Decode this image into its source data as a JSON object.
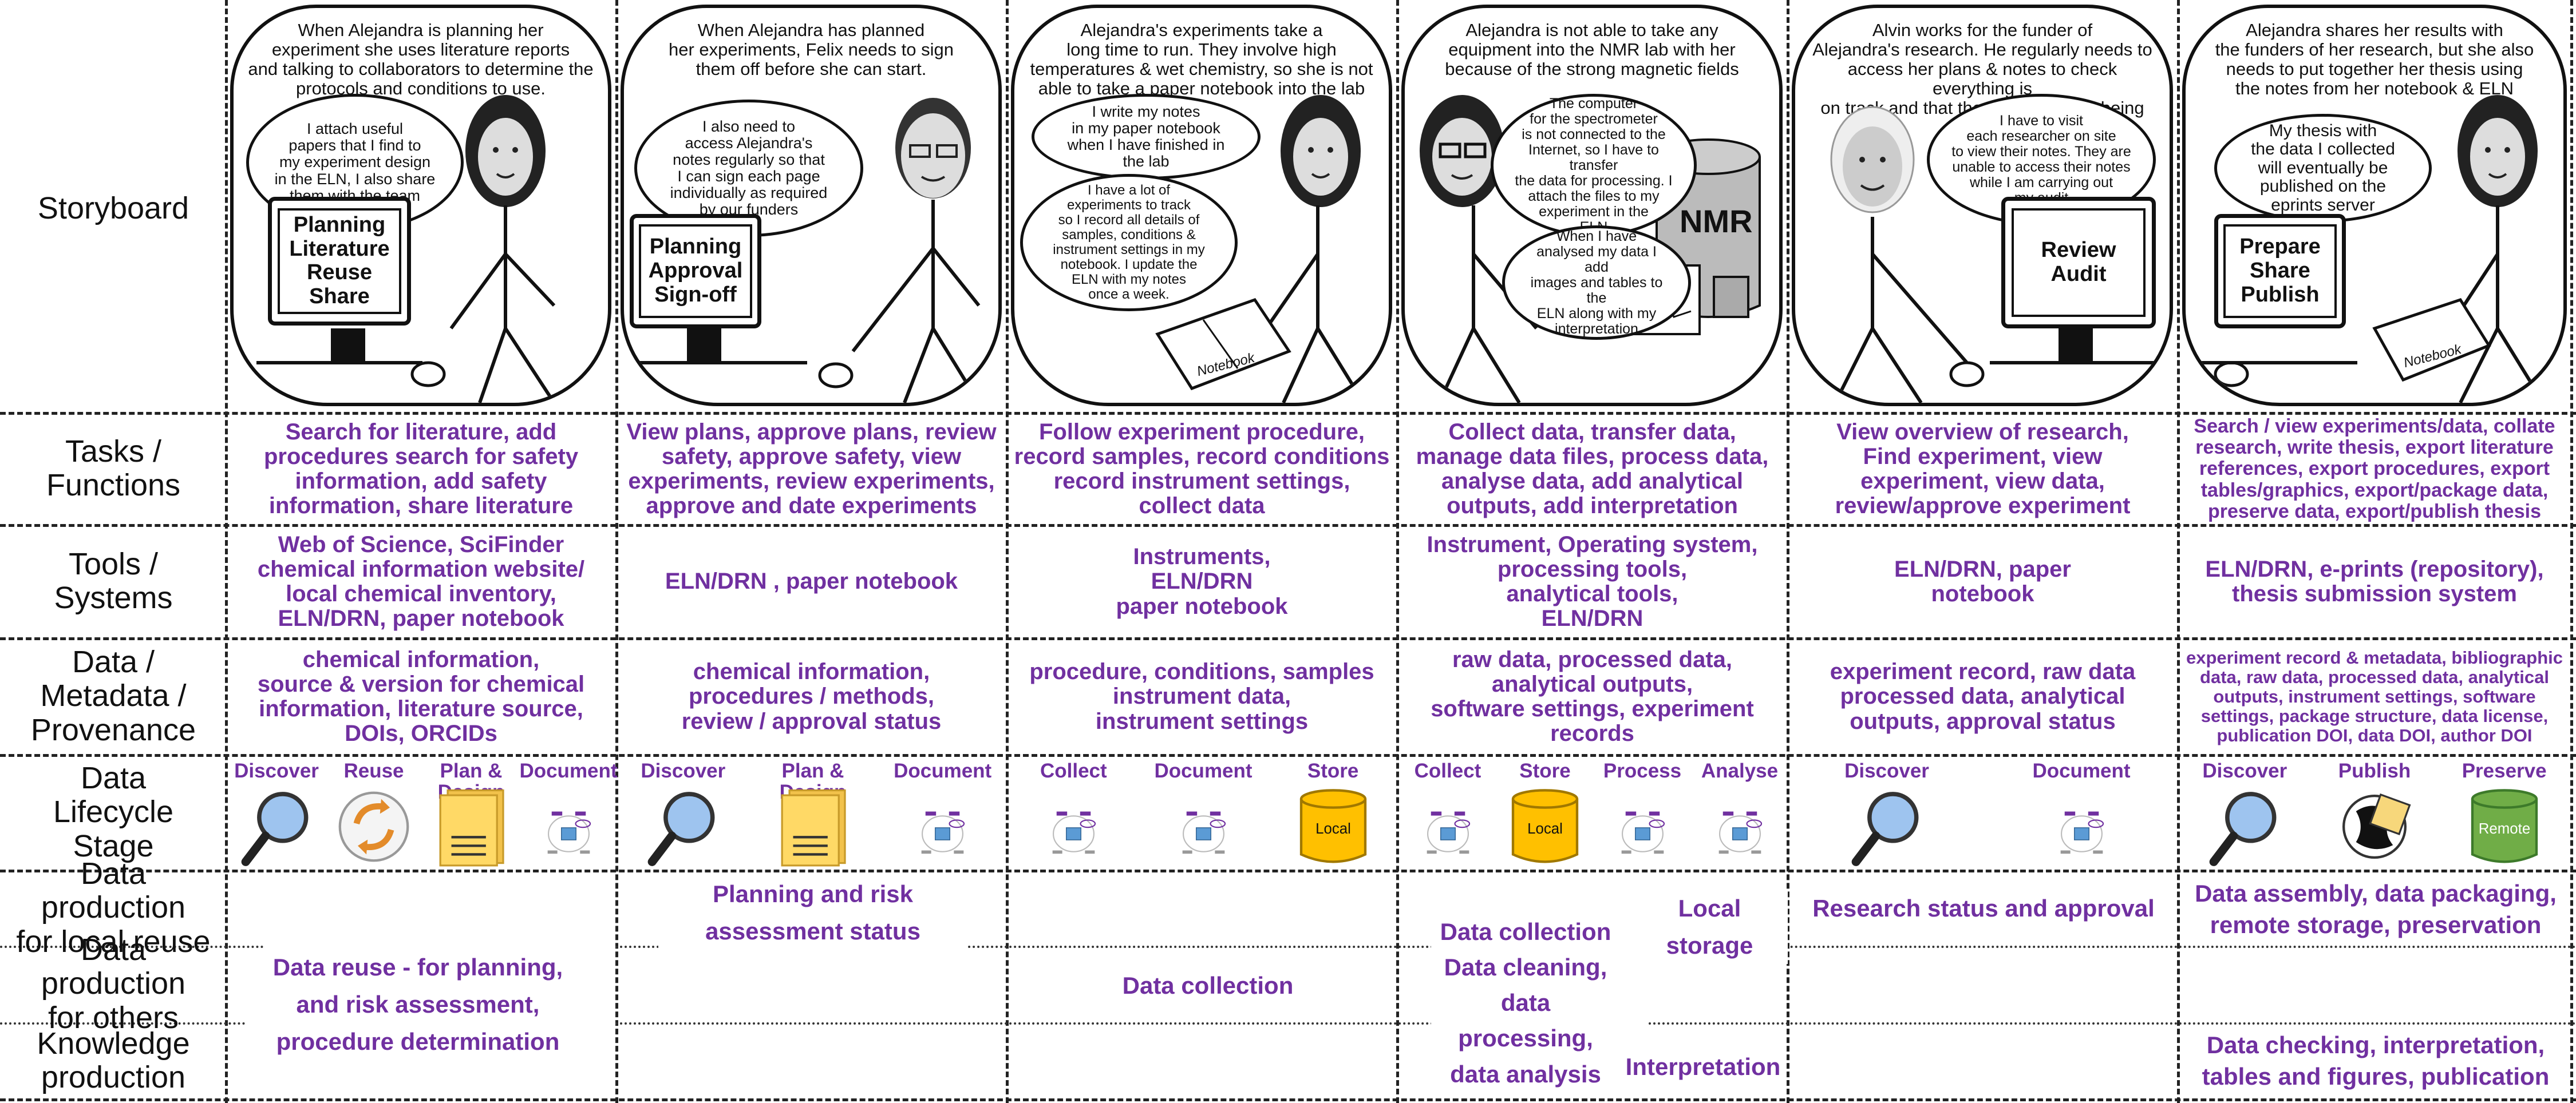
{
  "rows": {
    "storyboard": "Storyboard",
    "tasks": "Tasks /\nFunctions",
    "tools": "Tools /\nSystems",
    "data": "Data /\nMetadata /\nProvenance",
    "lifecycle": "Data\nLifecycle\nStage",
    "local_reuse": "Data production\nfor local reuse",
    "others": "Data production\nfor others",
    "knowledge": "Knowledge\nproduction"
  },
  "panels": [
    {
      "caption": "When Alejandra is planning her\nexperiment she uses literature reports\nand talking to collaborators to determine the\nprotocols and conditions to use.",
      "bubble": "I attach useful\npapers that I find to\nmy experiment design\nin the ELN, I also share\nthem with the team",
      "monitor": "Planning\nLiterature\nReuse\nShare"
    },
    {
      "caption": "When Alejandra has planned\nher experiments, Felix needs to sign\nthem off before she can start.",
      "bubble": "I also need to\naccess Alejandra's\nnotes regularly so that\nI can sign each page\nindividually as required\nby our funders",
      "monitor": "Planning\nApproval\nSign-off"
    },
    {
      "caption": "Alejandra's experiments take a\nlong time to run. They involve high\ntemperatures & wet chemistry, so she is not\nable to take a paper notebook into the lab",
      "bubble": "I write my notes\nin my paper notebook\nwhen I have finished in\nthe lab",
      "bubble2": "I have a lot of\nexperiments to track\nso I record all details of\nsamples, conditions &\ninstrument settings in my\nnotebook. I update the\nELN with my notes\nonce a week.",
      "notebook": "Notebook"
    },
    {
      "caption": "Alejandra is not able to take any\nequipment into the NMR lab with her\nbecause of the strong magnetic fields",
      "bubble": "The computer\nfor the spectrometer\nis not connected to the\nInternet, so I have to transfer\nthe data for processing. I\nattach the files to my\nexperiment in the\nELN",
      "bubble2": "When I have\nanalysed my data I add\nimages and tables to the\nELN along with my\ninterpretation",
      "nmr": "NMR"
    },
    {
      "caption": "Alvin works for the funder of\nAlejandra's research. He regularly needs to\naccess her plans & notes to check everything is\non track and that the standards are being followed",
      "bubble": "I have to visit\neach researcher on site\nto view their notes. They are\nunable to access their notes\nwhile I am carrying out\nmy audit",
      "monitor": "Review\nAudit"
    },
    {
      "caption": "Alejandra shares her results with\nthe funders of her research, but she also\nneeds to put together her thesis using\nthe notes from her notebook & ELN",
      "bubble": "My thesis with\nthe data I collected\nwill eventually be\npublished on the\neprints server",
      "monitor": "Prepare\nShare\nPublish",
      "notebook": "Notebook"
    }
  ],
  "tasks": [
    "Search for literature, add\nprocedures search for safety\ninformation, add safety\ninformation, share literature",
    "View plans, approve plans, review\nsafety, approve safety, view\nexperiments, review experiments,\napprove and date experiments",
    "Follow experiment procedure,\nrecord samples, record conditions\nrecord instrument settings,\ncollect data",
    "Collect data, transfer data,\nmanage data files, process data,\nanalyse data, add analytical\noutputs, add interpretation",
    "View overview of research,\nFind experiment, view\nexperiment, view data,\nreview/approve experiment",
    "Search / view experiments/data, collate\nresearch, write thesis, export literature\nreferences, export procedures, export\ntables/graphics, export/package data,\npreserve data, export/publish thesis"
  ],
  "tools": [
    "Web of Science, SciFinder\nchemical information website/\nlocal chemical inventory,\nELN/DRN, paper notebook",
    "ELN/DRN , paper notebook",
    "Instruments,\nELN/DRN\npaper notebook",
    "Instrument, Operating system,\nprocessing tools,\nanalytical tools,\nELN/DRN",
    "ELN/DRN, paper\nnotebook",
    "ELN/DRN, e-prints (repository),\nthesis submission system"
  ],
  "data_meta": [
    "chemical information,\nsource & version for chemical\ninformation, literature source,\nDOIs, ORCIDs",
    "chemical information,\nprocedures / methods,\nreview / approval status",
    "procedure, conditions, samples\ninstrument data,\ninstrument settings",
    "raw data, processed data,\nanalytical outputs,\nsoftware settings, experiment\nrecords",
    "experiment record, raw data\nprocessed data, analytical\noutputs, approval status",
    "experiment record & metadata, bibliographic\ndata, raw data, processed data, analytical\noutputs, instrument settings, software\nsettings, package structure, data license,\npublication DOI, data DOI, author DOI"
  ],
  "lifecycle": [
    [
      {
        "label": "Discover",
        "icon": "magnifier-icon"
      },
      {
        "label": "Reuse",
        "icon": "recycle-icon"
      },
      {
        "label": "Plan &\nDesign",
        "icon": "document-stack-icon"
      },
      {
        "label": "Document",
        "icon": "lifecycle-diagram-icon"
      }
    ],
    [
      {
        "label": "Discover",
        "icon": "magnifier-icon"
      },
      {
        "label": "Plan &\nDesign",
        "icon": "document-stack-icon"
      },
      {
        "label": "Document",
        "icon": "lifecycle-diagram-icon"
      }
    ],
    [
      {
        "label": "Collect",
        "icon": "lifecycle-diagram-icon"
      },
      {
        "label": "Document",
        "icon": "lifecycle-diagram-icon"
      },
      {
        "label": "Store",
        "icon": "local-database-icon",
        "db": "Local"
      }
    ],
    [
      {
        "label": "Collect",
        "icon": "lifecycle-diagram-icon"
      },
      {
        "label": "Store",
        "icon": "local-database-icon",
        "db": "Local"
      },
      {
        "label": "Process",
        "icon": "lifecycle-diagram-icon"
      },
      {
        "label": "Analyse",
        "icon": "lifecycle-diagram-icon"
      }
    ],
    [
      {
        "label": "Discover",
        "icon": "magnifier-icon"
      },
      {
        "label": "Document",
        "icon": "lifecycle-diagram-icon"
      }
    ],
    [
      {
        "label": "Discover",
        "icon": "magnifier-icon"
      },
      {
        "label": "Publish",
        "icon": "globe-paper-icon"
      },
      {
        "label": "Preserve",
        "icon": "remote-database-icon",
        "db": "Remote"
      }
    ]
  ],
  "production": {
    "c1": "Data reuse - for planning,\nand risk assessment,\nprocedure determination",
    "c2": "Planning and risk\nassessment status",
    "c3": "Data collection",
    "c4_top": "Data collection\nData cleaning,\ndata processing,\ndata analysis",
    "c4_local": "Local storage",
    "c4_interp": "Interpretation",
    "c5": "Research status and approval",
    "c6_top": "Data assembly, data packaging,\nremote storage, preservation",
    "c6_bottom": "Data checking, interpretation,\ntables and figures, publication"
  },
  "colors": {
    "purple": "#7030a0",
    "local_db": "#ffc000",
    "remote_db": "#70ad47",
    "plan_doc": "#ffd966"
  }
}
